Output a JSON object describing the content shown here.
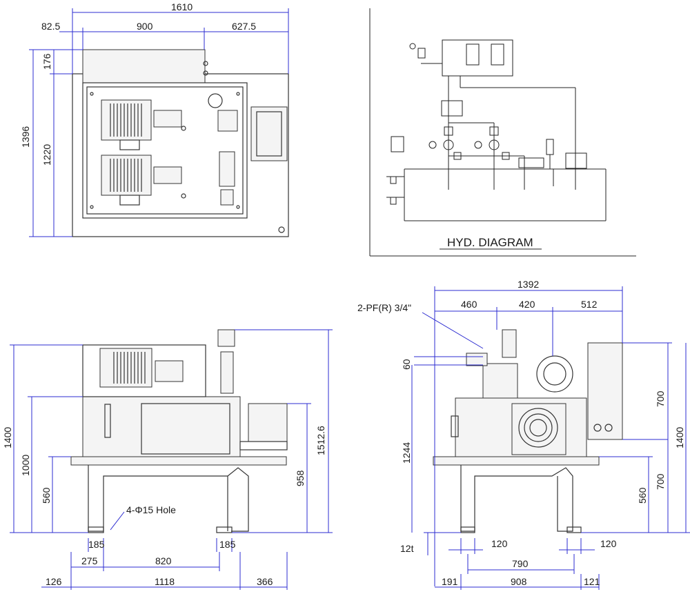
{
  "top_view": {
    "dims": {
      "overall_width": "1610",
      "left_offset": "82.5",
      "tank_width": "900",
      "right_offset": "627.5",
      "overall_depth": "1396",
      "cover_depth": "176",
      "base_depth": "1220"
    }
  },
  "hyd_diagram": {
    "title": "HYD. DIAGRAM"
  },
  "front_view": {
    "dims": {
      "overall_height": "1400",
      "tank_top_height": "1000",
      "base_height": "560",
      "max_height": "1512.6",
      "motor_height": "958",
      "hole_note": "4-Φ15 Hole",
      "foot_left": "185",
      "foot_right": "185",
      "foot_offset": "275",
      "foot_span": "820",
      "left_margin": "126",
      "base_length": "1118",
      "right_margin": "366"
    }
  },
  "side_view": {
    "dims": {
      "overall_width": "1392",
      "seg_left": "460",
      "seg_mid": "420",
      "seg_right": "512",
      "port_note": "2-PF(R) 3/4\"",
      "port_offset": "60",
      "port_height": "1244",
      "panel_height": "700",
      "overall_height": "1400",
      "panel_bottom": "700",
      "base_height": "560",
      "plate_thk": "12t",
      "foot_left": "120",
      "foot_right": "120",
      "foot_span": "790",
      "left_margin": "191",
      "base_length": "908",
      "right_margin": "121"
    }
  }
}
